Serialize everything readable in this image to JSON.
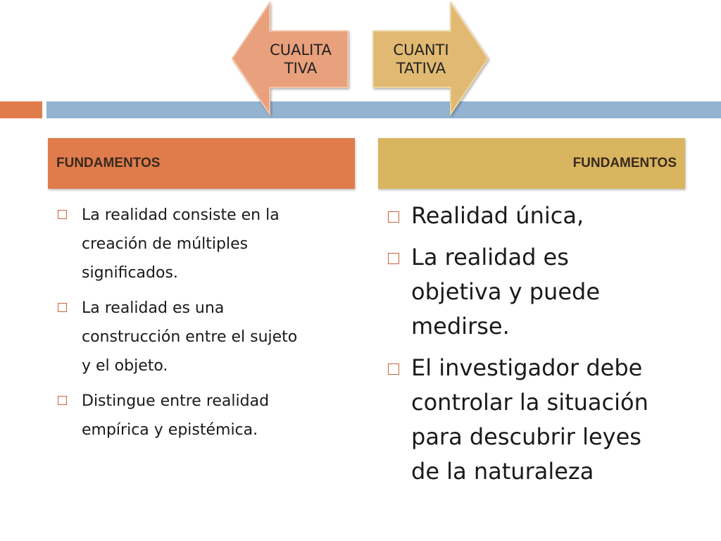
{
  "arrows": {
    "left": {
      "label": "CUALITA\nTIVA",
      "color": "#e9a07c"
    },
    "right": {
      "label": "CUANTI\nTATIVA",
      "color": "#e1b972"
    }
  },
  "band": {
    "accent_color": "#e07c4c",
    "main_color": "#93b3d1"
  },
  "columns": {
    "left": {
      "header": "FUNDAMENTOS",
      "header_color": "#e07c4c",
      "bullets": [
        "La realidad consiste en la\ncreación de  múltiples\nsignificados.",
        "La realidad es una\nconstrucción entre el sujeto\ny el objeto.",
        "Distingue entre realidad\nempírica y epistémica."
      ]
    },
    "right": {
      "header": "FUNDAMENTOS",
      "header_color": "#d9b560",
      "bullets": [
        "Realidad única,",
        "La realidad es\nobjetiva y puede\nmedirse.",
        "El investigador debe\ncontrolar la situación\npara descubrir leyes\nde la naturaleza"
      ]
    }
  }
}
